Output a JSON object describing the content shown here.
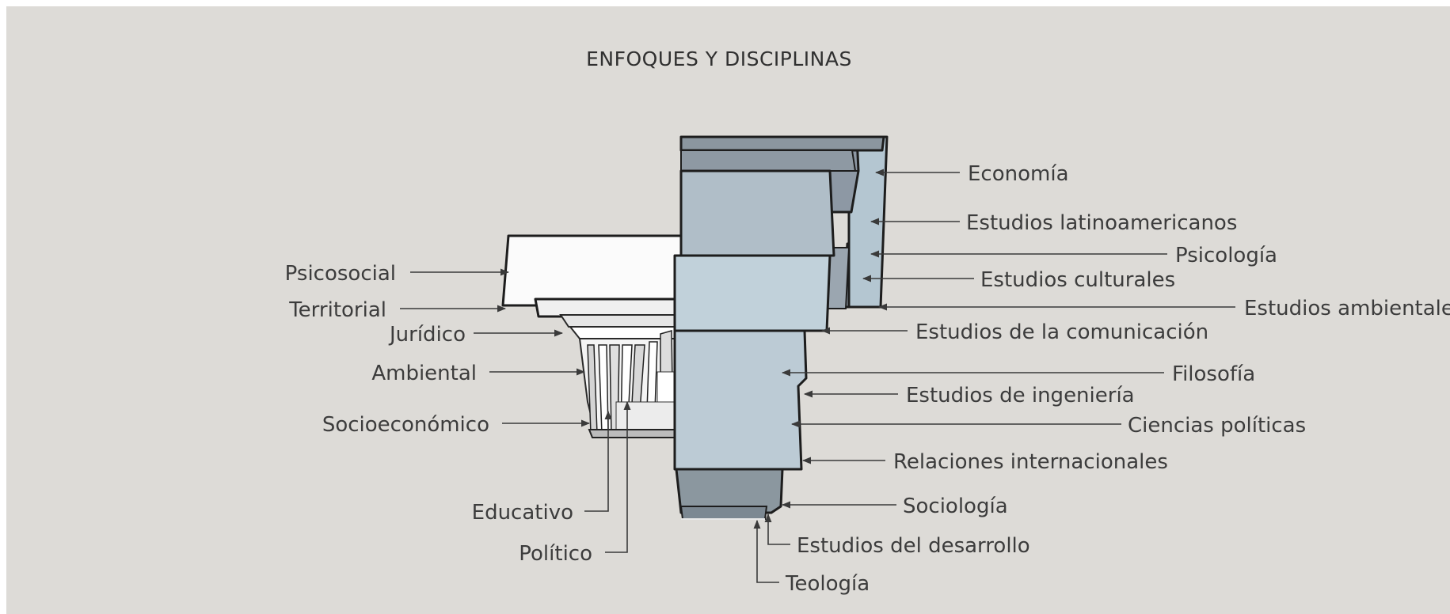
{
  "title": "ENFOQUES Y DISCIPLINAS",
  "labels": {
    "economia": "Economía",
    "estudios_latinoamericanos": "Estudios latinoamericanos",
    "psicologia": "Psicología",
    "estudios_culturales": "Estudios culturales",
    "estudios_ambientales": "Estudios ambientales",
    "estudios_comunicacion": "Estudios de la comunicación",
    "filosofia": "Filosofía",
    "estudios_ingenieria": "Estudios de ingeniería",
    "ciencias_politicas": "Ciencias políticas",
    "relaciones_internacionales": "Relaciones internacionales",
    "sociologia": "Sociología",
    "estudios_desarrollo": "Estudios del desarrollo",
    "teologia": "Teología",
    "psicosocial": "Psicosocial",
    "territorial": "Territorial",
    "juridico": "Jurídico",
    "ambiental": "Ambiental",
    "socioeconomico": "Socioeconómico",
    "educativo": "Educativo",
    "politico": "Político"
  },
  "colors": {
    "background": "#dddbd7",
    "disciplines_block": "#b2c2cc",
    "approaches_block": "#ffffff",
    "leader_lines": "#3a3a3a"
  }
}
